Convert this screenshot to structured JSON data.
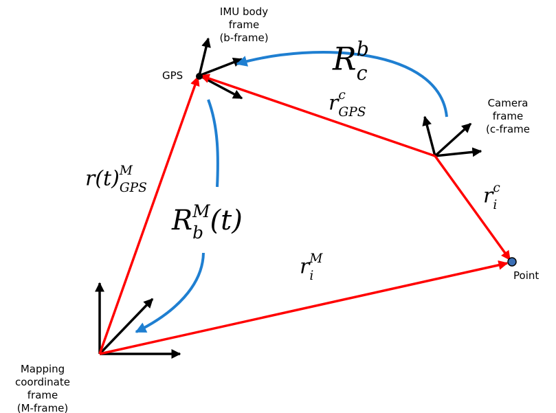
{
  "labels": {
    "imu": [
      "IMU body",
      "frame",
      "(b-frame)"
    ],
    "gps": "GPS",
    "camera": [
      "Camera",
      "frame",
      "(c-frame"
    ],
    "point": "Point",
    "mapping": [
      "Mapping",
      "coordinate",
      "frame",
      "(M-frame)"
    ]
  },
  "math": {
    "R_c_b": {
      "base": "R",
      "sub": "c",
      "sup": "b"
    },
    "r_gps_c": {
      "base": "r",
      "sub": "GPS",
      "sup": "c"
    },
    "r_gps_M": {
      "base": "r(t)",
      "sub": "GPS",
      "sup": "M"
    },
    "R_b_M": {
      "base": "R",
      "sub": "b",
      "sup": "M",
      "tail": "(t)"
    },
    "r_i_c": {
      "base": "r",
      "sub": "i",
      "sup": "c"
    },
    "r_i_M": {
      "base": "r",
      "sub": "i",
      "sup": "M"
    }
  },
  "colors": {
    "vector": "#ff0000",
    "rotation": "#1f7fd1",
    "axis": "#000000",
    "point": "#3b6fb5"
  }
}
